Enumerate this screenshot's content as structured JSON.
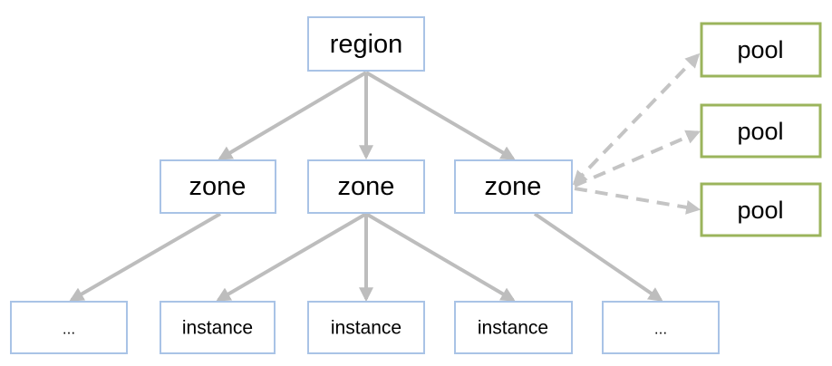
{
  "diagram": {
    "root": {
      "label": "region"
    },
    "zones": [
      {
        "label": "zone"
      },
      {
        "label": "zone"
      },
      {
        "label": "zone"
      }
    ],
    "pools": [
      {
        "label": "pool"
      },
      {
        "label": "pool"
      },
      {
        "label": "pool"
      }
    ],
    "leaves": [
      {
        "label": "..."
      },
      {
        "label": "instance"
      },
      {
        "label": "instance"
      },
      {
        "label": "instance"
      },
      {
        "label": "..."
      }
    ]
  },
  "colors": {
    "box_border": "#a9c3e6",
    "pool_border": "#9bb45c",
    "edge": "#bdbdbd"
  }
}
